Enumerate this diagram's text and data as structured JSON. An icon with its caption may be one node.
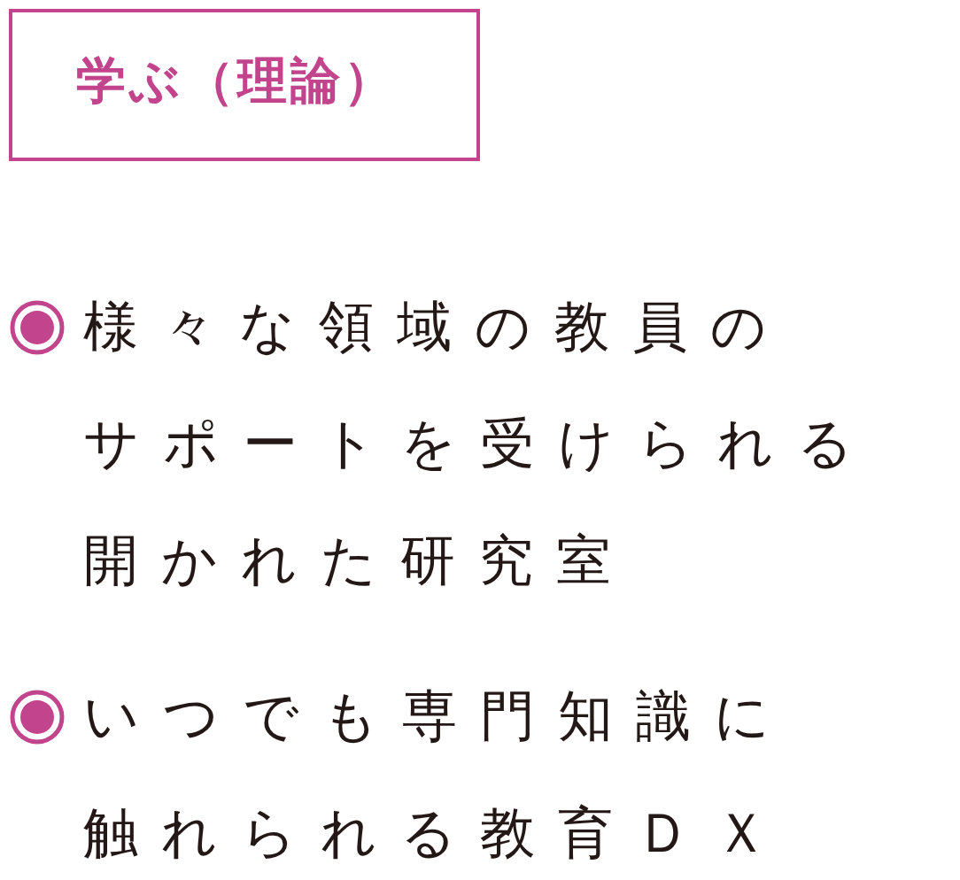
{
  "diagram": {
    "nodes": [
      {
        "text": [
          "学ぶ（理論）"
        ]
      }
    ],
    "labels": [
      "様々な領域の教員のサポートを受けられる開かれた研究室",
      "いつでも専門知識に触れられる教育ＤＸ"
    ]
  }
}
